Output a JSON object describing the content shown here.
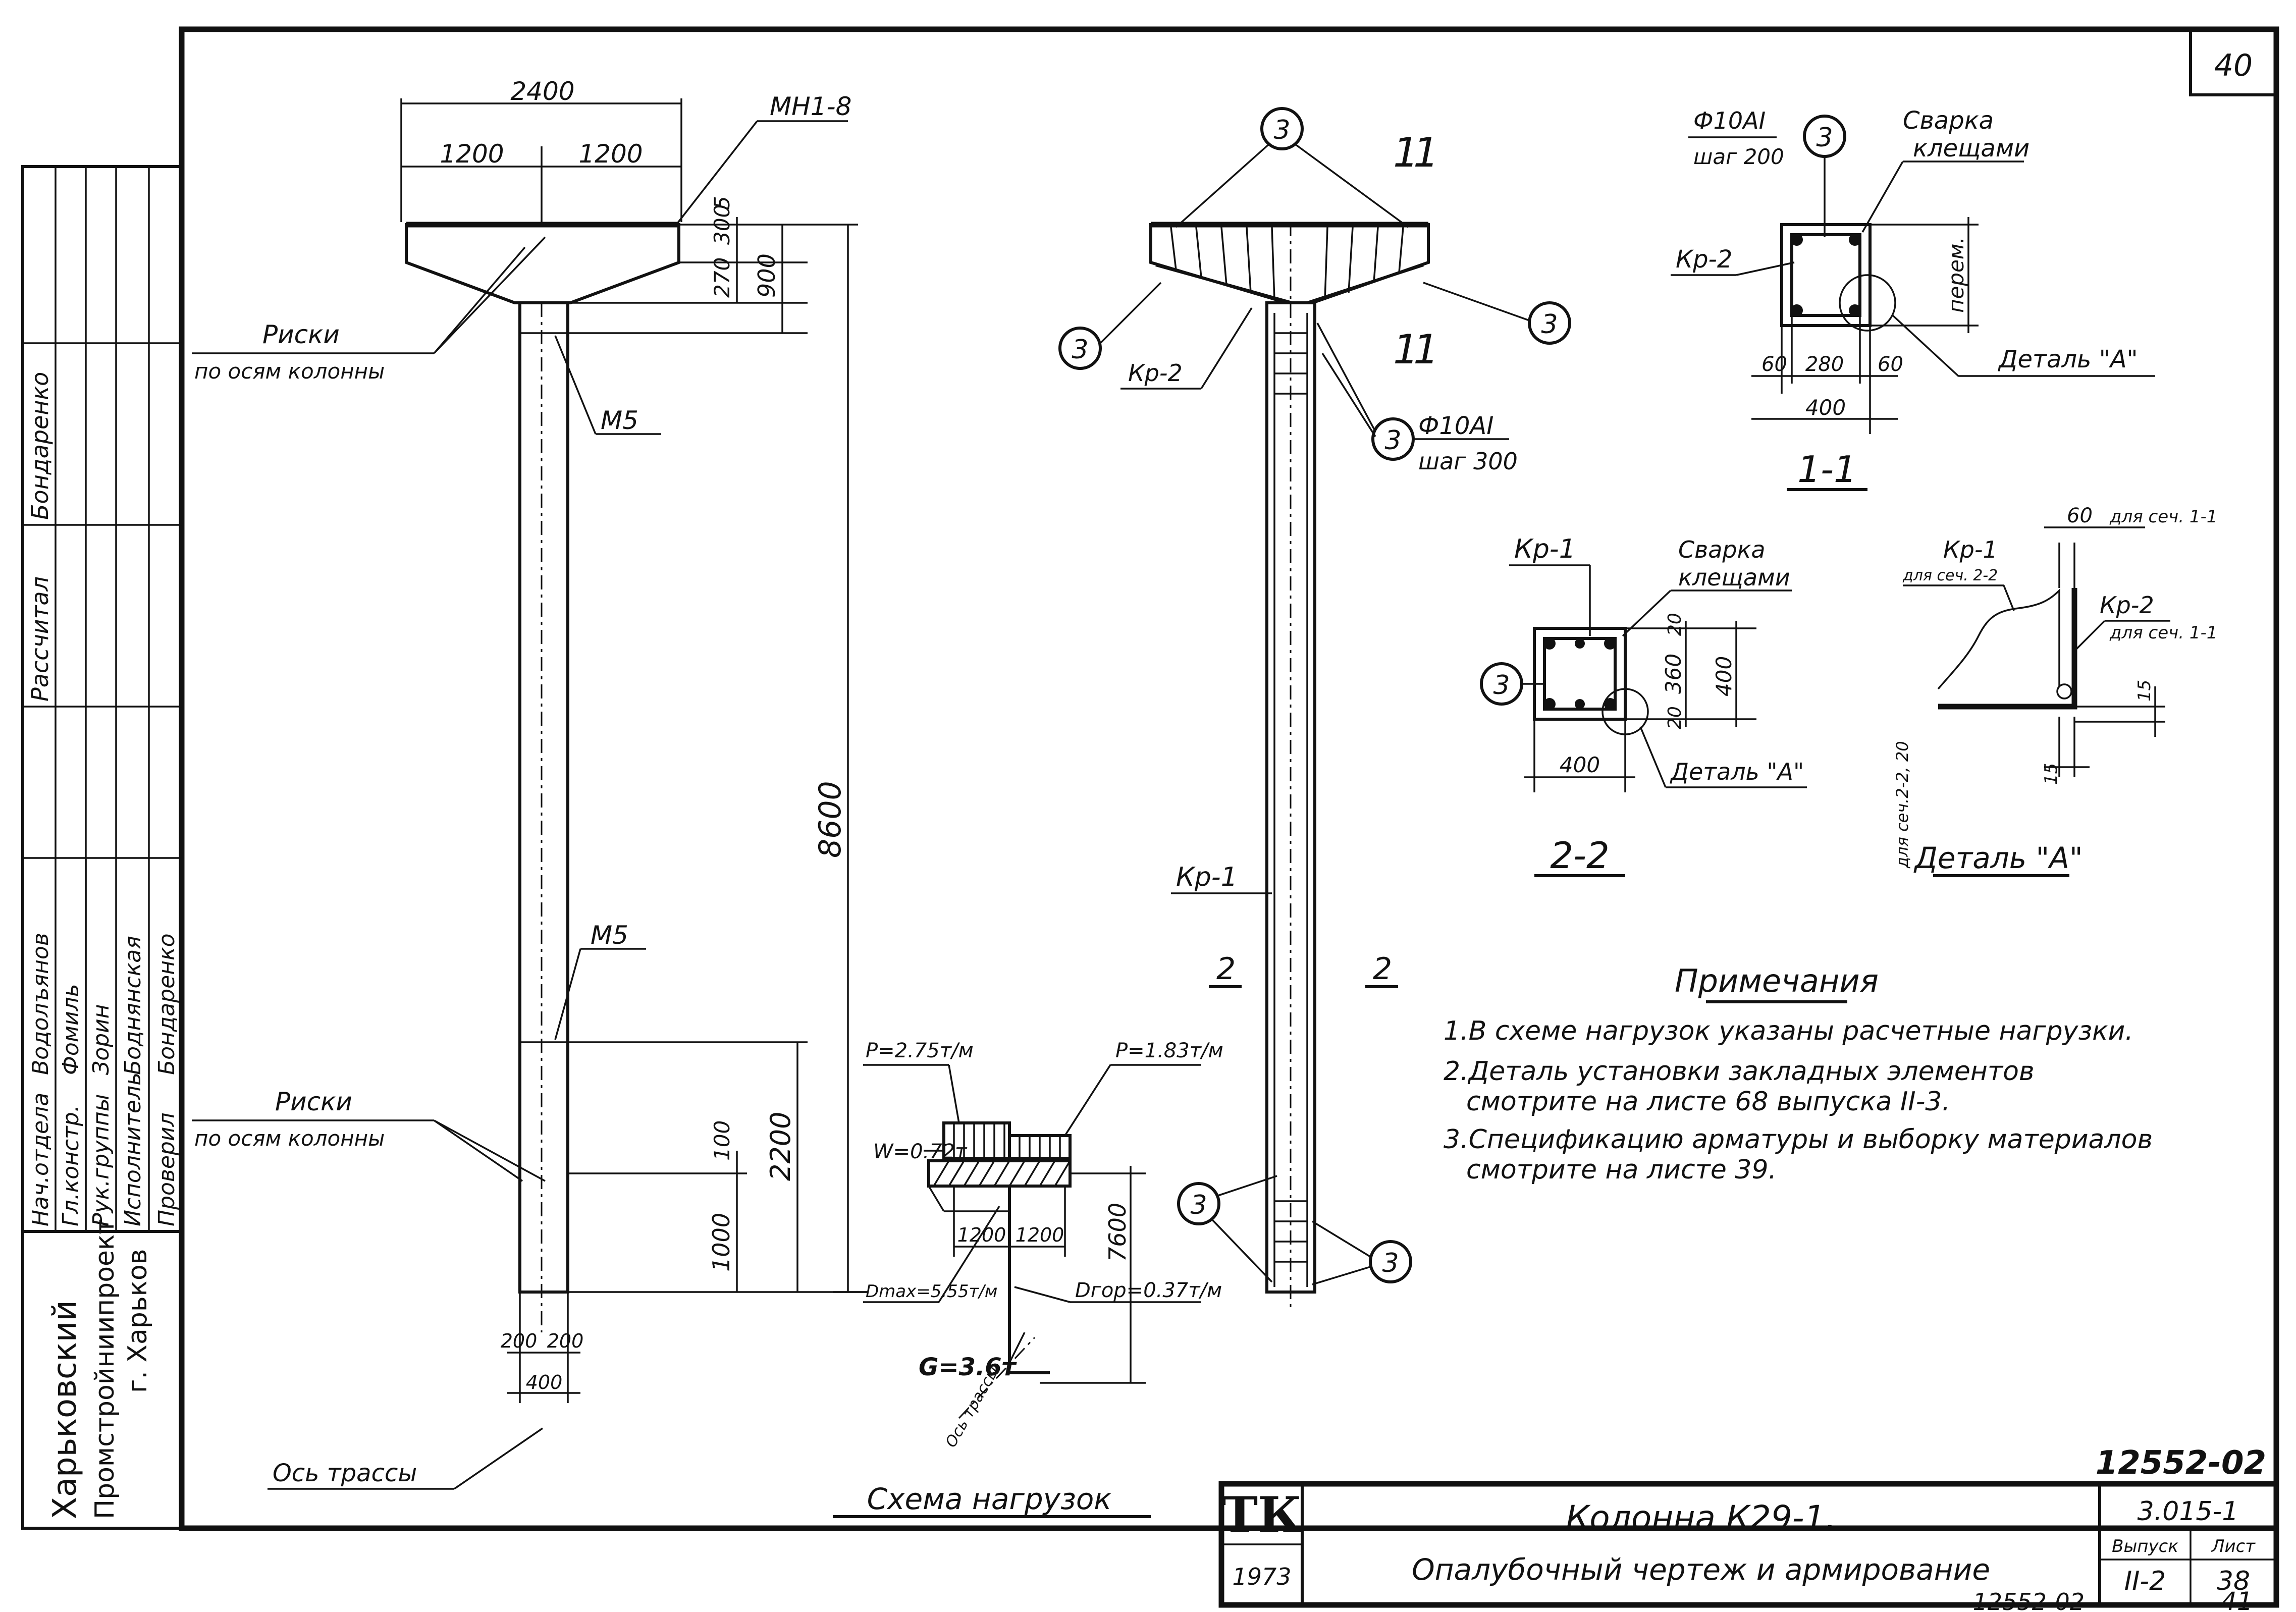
{
  "sheet": {
    "page_number": "40",
    "bottom_number": "12552-02",
    "bottom_sheet": "41"
  },
  "title_block": {
    "logo": "ТК",
    "year": "1973",
    "title_line1": "Колонна К29-1.",
    "title_line2": "Опалубочный чертеж и армирование",
    "doc_number": "12552-02",
    "series": "3.015-1",
    "issue_label": "Выпуск",
    "issue": "II-2",
    "sheet_label": "Лист",
    "sheet": "38"
  },
  "organization": {
    "line1": "Харьковский",
    "line2": "Промстройниипроект",
    "line3": "г. Харьков"
  },
  "signatures": [
    {
      "role": "Нач.отдела",
      "name": "Водолъянов"
    },
    {
      "role": "Гл.констр.",
      "name": "Фомиль"
    },
    {
      "role": "Рук.группы",
      "name": "Зорин"
    },
    {
      "role": "Исполнитель",
      "name": "Боднянская"
    },
    {
      "role": "Проверил",
      "name": "Бондаренко"
    }
  ],
  "side_stamp": {
    "role": "Рассчитал",
    "name": "Бондаренко"
  },
  "formwork": {
    "dim_top": "2400",
    "dim_left": "1200",
    "dim_right": "1200",
    "marker": "МН1-8",
    "dim_5": "5",
    "dim_300": "300",
    "dim_270": "270",
    "dim_900": "900",
    "dim_8600": "8600",
    "dim_2200": "2200",
    "dim_100": "100",
    "dim_1000": "1000",
    "dim_200a": "200",
    "dim_200b": "200",
    "dim_400": "400",
    "m5_top": "М5",
    "m5_bottom": "М5",
    "risks_label": "Риски",
    "risks_sub": "по осям колонны",
    "risks_label2": "Риски",
    "risks_sub2": "по осям колонны",
    "axis_label": "Ось трассы"
  },
  "reinforcement": {
    "section_1": "1",
    "section_2": "2",
    "callout": "3",
    "frame_kr2": "Кр-2",
    "frame_kr1": "Кр-1",
    "bar": "Ф10АI",
    "bar_step": "шаг 300"
  },
  "section_1_1": {
    "title": "1-1",
    "bar": "Ф10АI",
    "bar_step": "шаг 200",
    "callout": "3",
    "welding": "Сварка",
    "welding2": "клещами",
    "frame": "Кр-2",
    "variable": "перем.",
    "dim_60a": "60",
    "dim_280": "280",
    "dim_60b": "60",
    "dim_400": "400",
    "detail": "Деталь \"А\""
  },
  "section_2_2": {
    "title": "2-2",
    "frame": "Кр-1",
    "welding": "Сварка",
    "welding2": "клещами",
    "callout": "3",
    "dim_20a": "20",
    "dim_360": "360",
    "dim_20b": "20",
    "dim_400v": "400",
    "dim_400h": "400",
    "detail": "Деталь \"А\""
  },
  "detail_a": {
    "title": "Деталь \"А\"",
    "dim_60": "60",
    "for_sec11": "для сеч. 1-1",
    "kr1": "Кр-1",
    "for_sec22": "для сеч. 2-2",
    "kr2": "Кр-2",
    "for_sec11b": "для сеч. 1-1",
    "dim_15a": "15",
    "dim_15b": "15",
    "side": "для сеч.2-2, 20"
  },
  "load_scheme": {
    "title": "Схема нагрузок",
    "p1": "P=2.75т/м",
    "p2": "P=1.83т/м",
    "w": "W=0.72т",
    "dim_1200a": "1200",
    "dim_1200b": "1200",
    "dim_7600": "7600",
    "d1": "Dmax=5.55т/м",
    "d2": "Dгор=0.37т/м",
    "g": "G=3.6т",
    "axis": "Ось трассы"
  },
  "notes": {
    "title": "Примечания",
    "items": [
      "1.В схеме нагрузок указаны расчетные нагрузки.",
      "2.Деталь установки закладных элементов",
      "смотрите на листе 68 выпуска II-3.",
      "3.Спецификацию арматуры и выборку материалов",
      "смотрите на листе 39."
    ]
  }
}
